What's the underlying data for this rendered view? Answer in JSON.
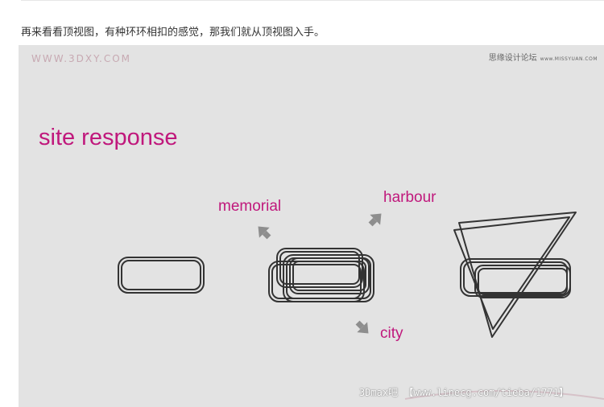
{
  "intro": {
    "text": "再来看看顶视图，有种环环相扣的感觉，那我们就从顶视图入手。"
  },
  "figure": {
    "watermark_left": "WWW.3DXY.COM",
    "watermark_right": "思缘设计论坛",
    "watermark_right_small": "www.MISSYUAN.COM",
    "heading": "site response",
    "labels": {
      "memorial": "memorial",
      "harbour": "harbour",
      "city": "city"
    },
    "footer_watermark": "3Dmax吧 【www.linecg.com/tieba/1771】",
    "colors": {
      "accent": "#c0187c",
      "stroke": "#333333",
      "arrow": "#8e8e8e",
      "background": "#e3e3e3"
    },
    "arrow_icons": [
      "arrow-up-left-icon",
      "arrow-up-right-icon",
      "arrow-down-right-icon"
    ]
  }
}
